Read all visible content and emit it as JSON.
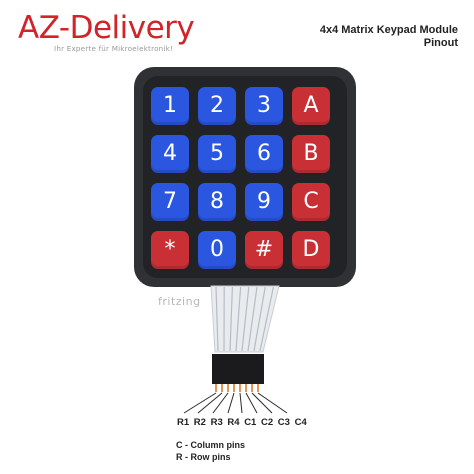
{
  "logo": {
    "brand": "AZ-Delivery",
    "tagline": "Ihr Experte für Mikroelektronik!"
  },
  "heading": {
    "title": "4x4 Matrix Keypad Module",
    "subtitle": "Pinout"
  },
  "keypad": {
    "rows": [
      [
        {
          "label": "1",
          "color": "blue"
        },
        {
          "label": "2",
          "color": "blue"
        },
        {
          "label": "3",
          "color": "blue"
        },
        {
          "label": "A",
          "color": "red"
        }
      ],
      [
        {
          "label": "4",
          "color": "blue"
        },
        {
          "label": "5",
          "color": "blue"
        },
        {
          "label": "6",
          "color": "blue"
        },
        {
          "label": "B",
          "color": "red"
        }
      ],
      [
        {
          "label": "7",
          "color": "blue"
        },
        {
          "label": "8",
          "color": "blue"
        },
        {
          "label": "9",
          "color": "blue"
        },
        {
          "label": "C",
          "color": "red"
        }
      ],
      [
        {
          "label": "*",
          "color": "red"
        },
        {
          "label": "0",
          "color": "blue"
        },
        {
          "label": "#",
          "color": "red"
        },
        {
          "label": "D",
          "color": "red"
        }
      ]
    ]
  },
  "watermark": "fritzing",
  "pins": [
    "R1",
    "R2",
    "R3",
    "R4",
    "C1",
    "C2",
    "C3",
    "C4"
  ],
  "legend": [
    "C - Column pins",
    "R - Row pins"
  ],
  "colors": {
    "brand_red": "#d0232a",
    "key_blue": "#2b57e0",
    "key_red": "#c83036",
    "keypad_body": "#2f3135",
    "pin_orange": "#e07a2c"
  }
}
